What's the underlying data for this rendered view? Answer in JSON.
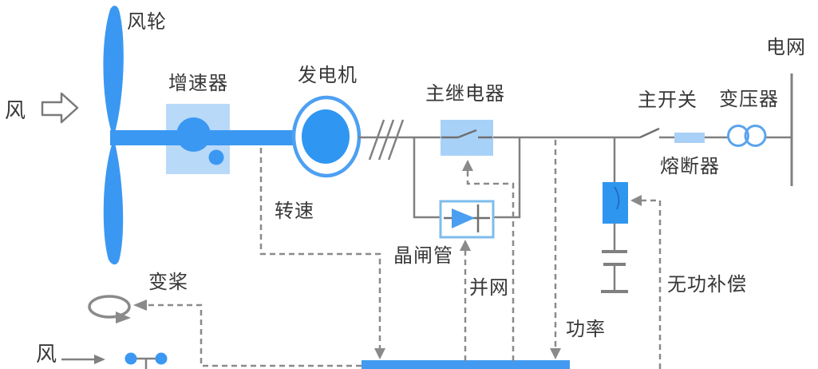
{
  "labels": {
    "wind_top": "风",
    "rotor": "风轮",
    "gearbox": "增速器",
    "generator": "发电机",
    "main_relay": "主继电器",
    "thyristor": "晶闸管",
    "speed": "转速",
    "grid_connect": "并网",
    "power": "功率",
    "main_switch": "主开关",
    "fuse": "熔断器",
    "transformer": "变压器",
    "grid": "电网",
    "reactive_comp": "无功补偿",
    "pitch": "变桨",
    "wind_bottom": "风"
  },
  "icons": {
    "wind_arrow": "hollow-right-arrow-outline",
    "wind_arrow_bottom": "solid-right-arrow",
    "rotor_blades": "two-blade-vertical-turbine",
    "gearbox_symbol": "light-blue-box-with-two-gears",
    "generator_symbol": "ring-circle",
    "three_phase_marks": "three-diagonal-slashes",
    "relay_symbol": "switch-in-light-blue-box",
    "thyristor_symbol": "diode-in-blue-border-box",
    "main_switch_symbol": "open-switch-blade",
    "fuse_symbol": "light-blue-rectangle",
    "transformer_symbol": "two-overlapping-circles",
    "capacitor_bank": "blue-switch-box-with-capacitor-plates",
    "pitch_rotation": "ellipse-with-rotation-arrow",
    "anemometer": "two-dot-wind-sensor",
    "controller_bar": "blue-horizontal-bar"
  },
  "colors": {
    "primary_blue": "#3B98F2",
    "gearbox_box": "#B9D9F9",
    "relay_box": "#A8D1F7",
    "fuse_fill": "#A9D0F6",
    "thyristor_border": "#7EBCEC",
    "controller_bar": "#429BF0",
    "line_gray": "#808080",
    "signal_gray": "#8A8A8A",
    "text": "#383838"
  }
}
